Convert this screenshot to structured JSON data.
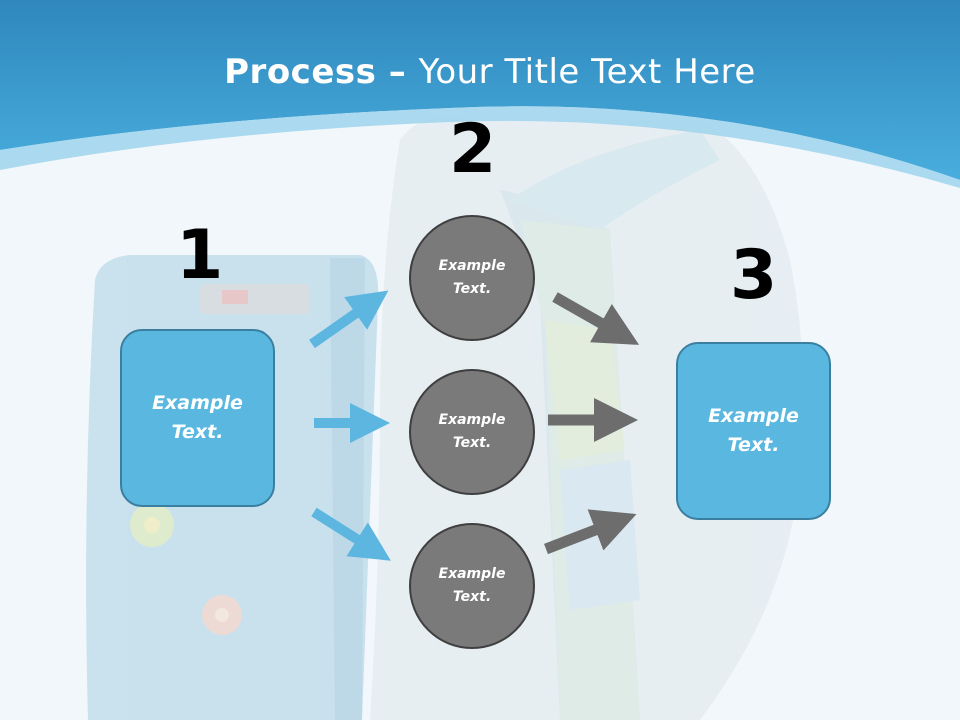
{
  "title": {
    "bold": "Process",
    "separator": " – ",
    "rest": "Your Title Text Here"
  },
  "steps": {
    "step1": {
      "number": "1",
      "text": "Example\nText."
    },
    "step2": {
      "number": "2",
      "items": [
        "Example\nText.",
        "Example\nText.",
        "Example\nText."
      ]
    },
    "step3": {
      "number": "3",
      "text": "Example\nText."
    }
  },
  "colors": {
    "header_blue": "#3a9fd0",
    "box_blue": "#5ab8e0",
    "circle_gray": "#7a7a7a",
    "arrow_blue": "#5cb6df",
    "arrow_gray": "#6d6d6d"
  }
}
